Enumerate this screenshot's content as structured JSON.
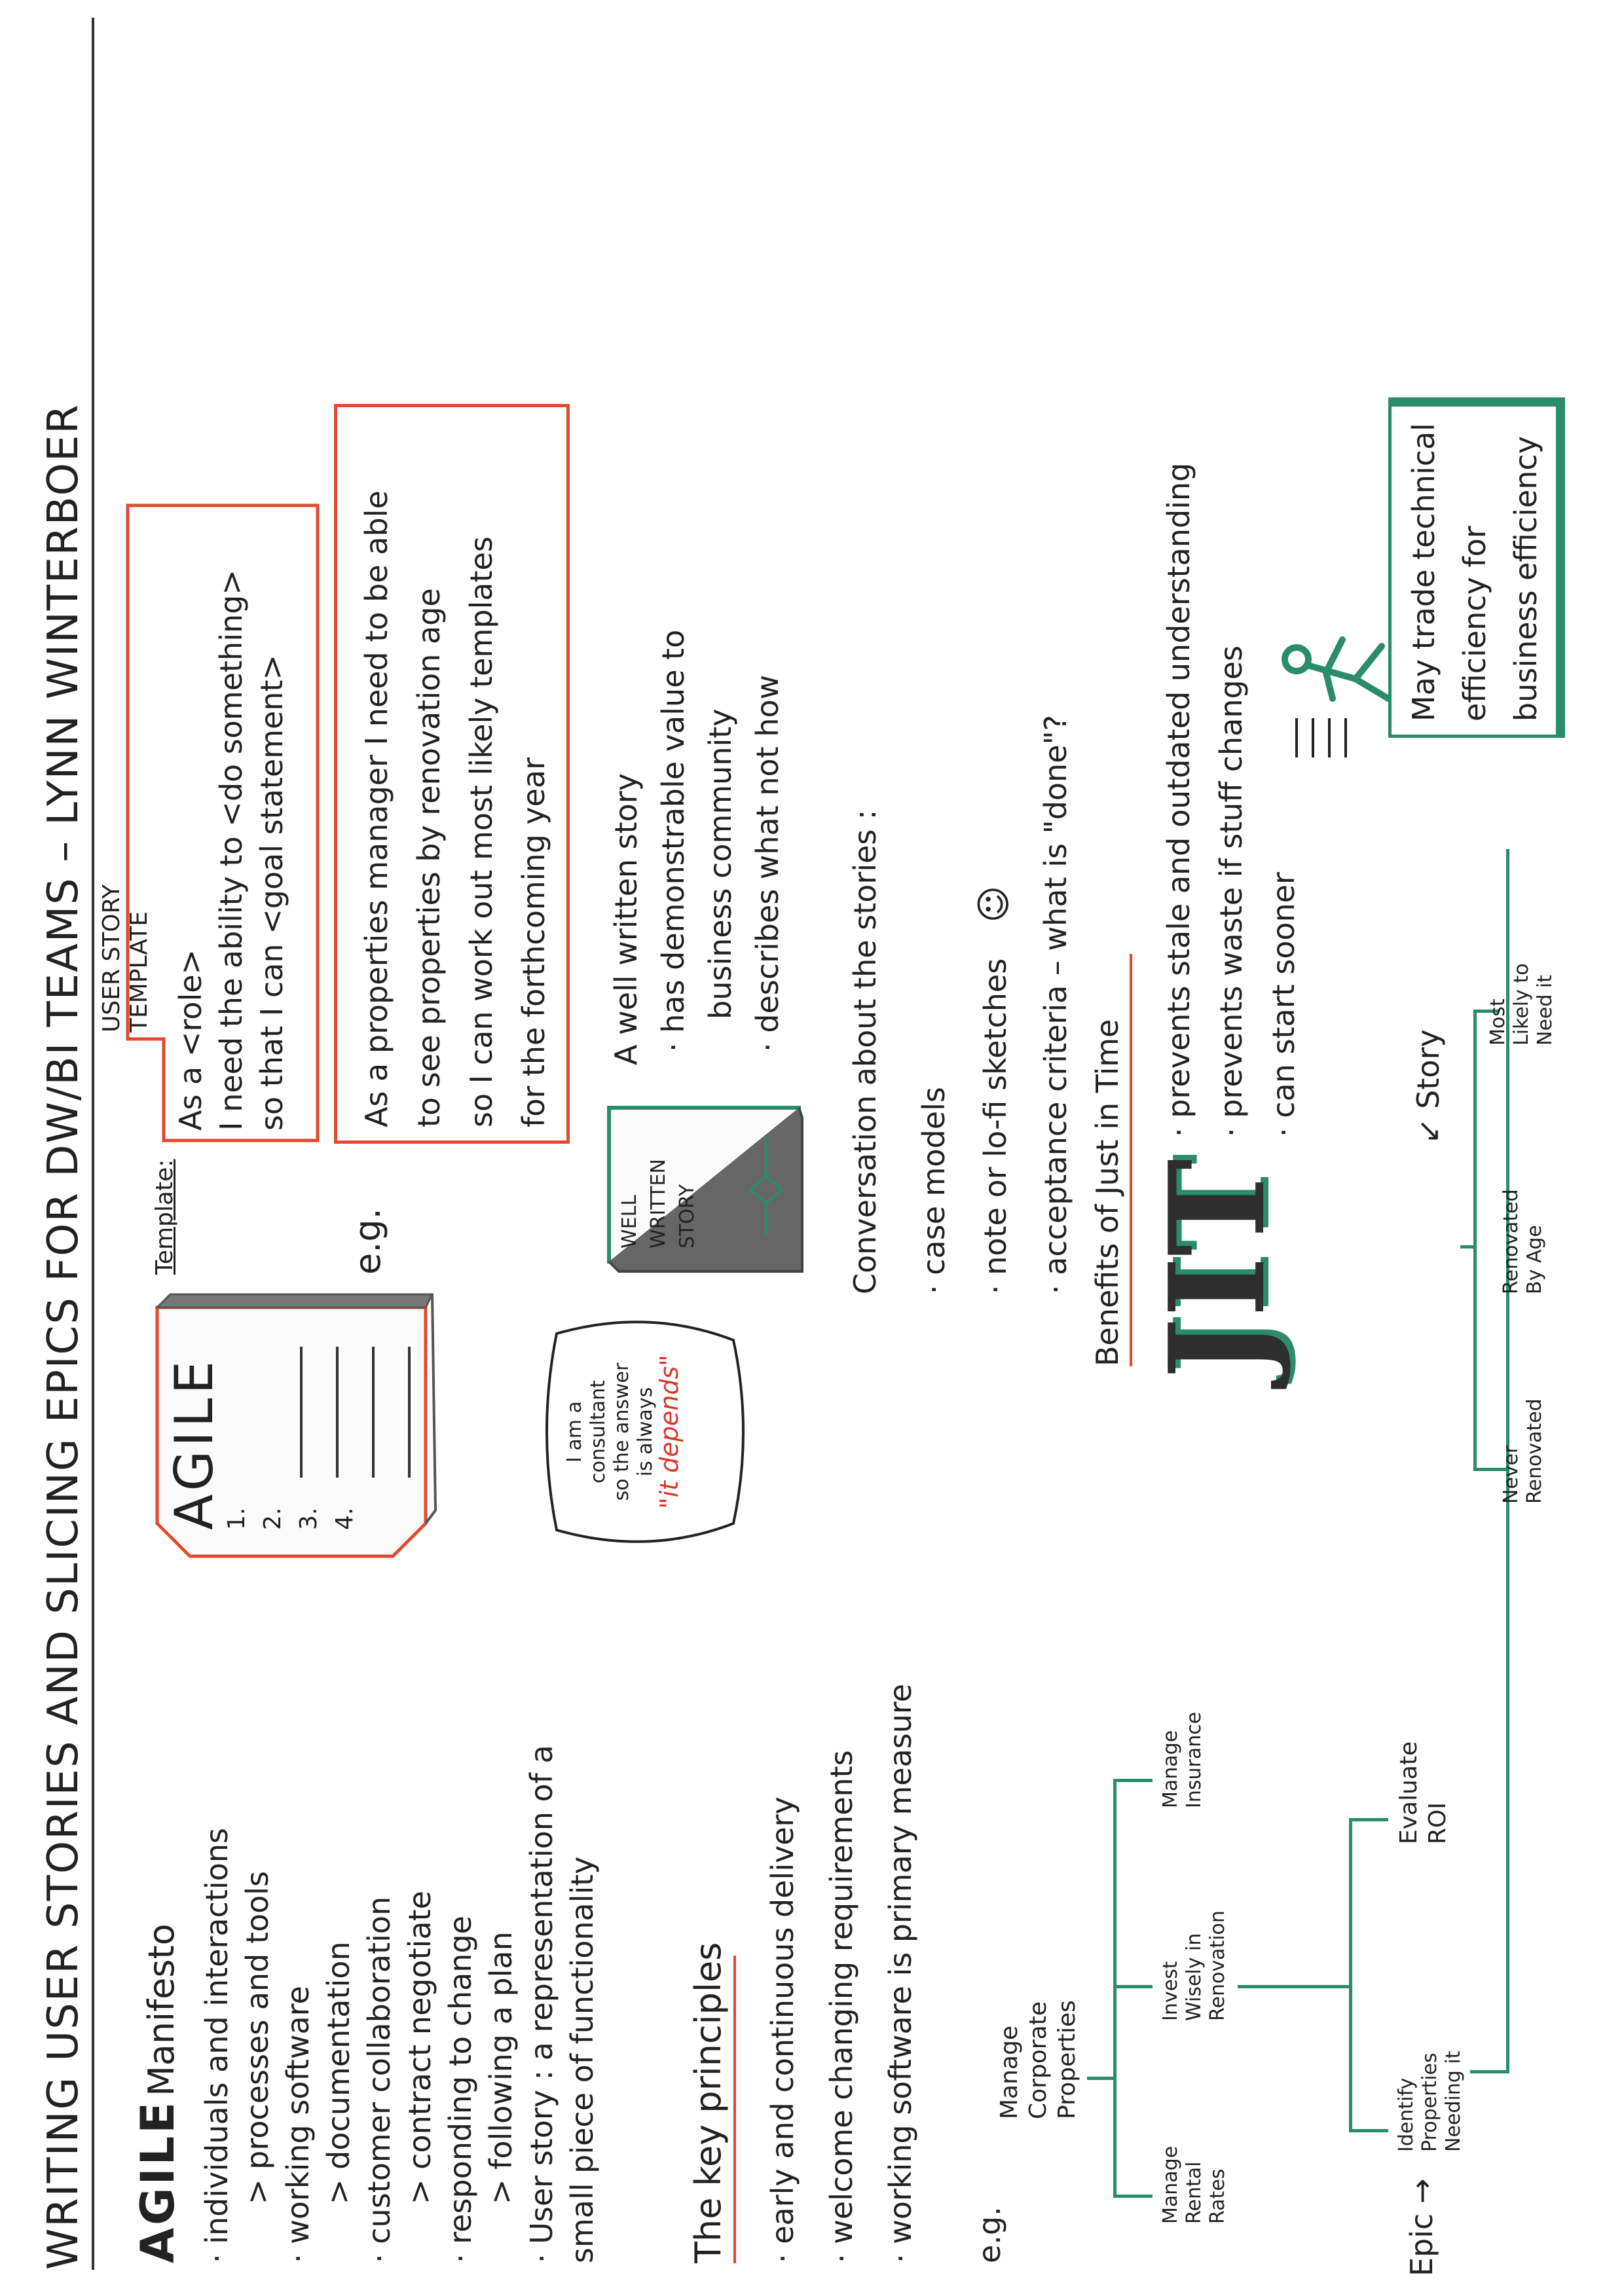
{
  "title": "WRITING USER STORIES AND SLICING EPICS FOR DW/BI TEAMS – LYNN WINTERBOER",
  "agile": {
    "heading_word": "AGILE",
    "heading_rest": "Manifesto",
    "items": [
      "· individuals and interactions",
      "> processes and tools",
      "· working software",
      "> documentation",
      "· customer collaboration",
      "> contract negotiate",
      "· responding to change",
      "> following a plan",
      "· User story : a representation of a",
      "small piece of functionality"
    ]
  },
  "agile_doc": {
    "label": "AGILE",
    "items": [
      "1.",
      "2.",
      "3.",
      "4."
    ]
  },
  "consultant": {
    "lines": [
      "I am a",
      "consultant",
      "so the answer",
      "is always"
    ],
    "highlight": "\"it depends\""
  },
  "key_principles": {
    "heading": "The key principles",
    "items": [
      "· early and continuous delivery",
      "· welcome changing requirements",
      "· working software is primary measure"
    ]
  },
  "template": {
    "label": "Template:",
    "tab": [
      "USER STORY",
      "TEMPLATE"
    ],
    "lines": [
      "As a <role>",
      "I need the ability to <do something>",
      "so that I can <goal statement>"
    ]
  },
  "example": {
    "label": "e.g.",
    "lines": [
      "As a properties manager I need to be able",
      "to see properties by renovation age",
      "so I can work out most likely templates",
      "for the forthcoming year"
    ]
  },
  "book": {
    "lines": [
      "WELL",
      "WRITTEN",
      "STORY"
    ]
  },
  "well_written": {
    "lines": [
      "A well written story",
      "· has demonstrable value to",
      "business community",
      "· describes what not how"
    ]
  },
  "conversation": {
    "heading": "Conversation about the stories :",
    "items": [
      "· case models",
      "· note or lo-fi sketches",
      "· acceptance criteria – what is \"done\"?"
    ],
    "smiley": "☺"
  },
  "jit": {
    "heading": "Benefits of Just in Time",
    "badge": "JIT",
    "items": [
      "· prevents stale and outdated understanding",
      "· prevents waste if stuff changes",
      "· can start sooner"
    ]
  },
  "tradeoff": {
    "lines": [
      "May trade technical",
      "efficiency for",
      "business efficiency"
    ]
  },
  "tree": {
    "eg_label": "e.g.",
    "root": [
      "Manage",
      "Corporate",
      "Properties"
    ],
    "level1": [
      [
        "Manage",
        "Rental",
        "Rates"
      ],
      [
        "Invest",
        "Wisely in",
        "Renovation"
      ],
      [
        "Manage",
        "Insurance"
      ]
    ],
    "level2": [
      [
        "Identify",
        "Properties",
        "Needing it"
      ],
      [
        "Evaluate",
        "ROI"
      ]
    ],
    "epic_label": "Epic",
    "level3": [
      [
        "Never",
        "Renovated"
      ],
      [
        "Renovated",
        "By Age"
      ],
      [
        "Most",
        "Likely to",
        "Need it"
      ]
    ],
    "story_label": "Story"
  }
}
